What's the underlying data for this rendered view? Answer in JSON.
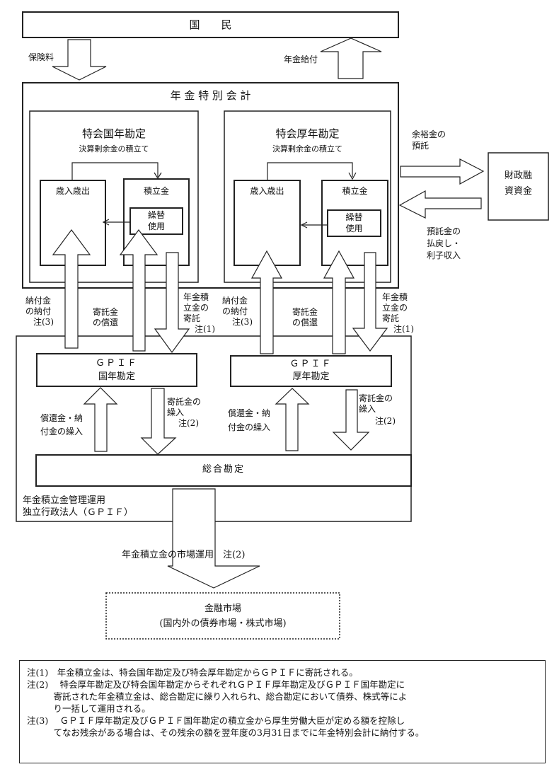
{
  "kokumin": {
    "label": "国　　民"
  },
  "flows": {
    "hokenryo": "保険料",
    "nenkin_kyufu": "年金給付",
    "yoyukin_1": "余裕金の",
    "yoyukin_2": "預託",
    "haraimodoshi_1": "預託金の",
    "haraimodoshi_2": "払戻し・",
    "haraimodoshi_3": "利子収入"
  },
  "special_account": {
    "title": "年 金 特 別 会 計"
  },
  "kokunen": {
    "title": "特会国年勘定",
    "subtitle": "決算剰余金の積立て",
    "revenue_box": "歳入歳出",
    "reserve_box": "積立金",
    "transfer_1": "繰替",
    "transfer_2": "使用"
  },
  "kounen": {
    "title": "特会厚年勘定",
    "subtitle": "決算剰余金の積立て",
    "revenue_box": "歳入歳出",
    "reserve_box": "積立金",
    "transfer_1": "繰替",
    "transfer_2": "使用"
  },
  "zaito": {
    "line1": "財政融",
    "line2": "資資金"
  },
  "mid_labels": {
    "nofu_1": "納付金",
    "nofu_2": "の納付",
    "nofu_3": "注(3)",
    "shokan_1": "寄託金",
    "shokan_2": "の償還",
    "kitaku_1": "年金積",
    "kitaku_2": "立金の",
    "kitaku_3": "寄託",
    "kitaku_4": "注(1)"
  },
  "gpif_kokunen": {
    "line1": "ＧＰＩＦ",
    "line2": "国年勘定"
  },
  "gpif_kounen": {
    "line1": "ＧＰＩＦ",
    "line2": "厚年勘定"
  },
  "gpif_flows": {
    "kuriire_up_1": "償還金・納",
    "kuriire_up_2": "付金の繰入",
    "kuriire_down_1": "寄託金の",
    "kuriire_down_2": "繰入",
    "kuriire_down_3": "注(2)"
  },
  "sogo": {
    "label": "総合勘定"
  },
  "gpif_org": {
    "line1": "年金積立金管理運用",
    "line2": "独立行政法人（ＧＰＩＦ）"
  },
  "market_flow": {
    "label": "年金積立金の市場運用　注(2)"
  },
  "market": {
    "line1": "金融市場",
    "line2": "(国内外の債券市場・株式市場)"
  },
  "notes": [
    "注(1)　年金積立金は、特会国年勘定及び特会厚年勘定からＧＰＩＦに寄託される。",
    "注(2)　 特会厚年勘定及び特会国年勘定からそれぞれＧＰＩＦ厚年勘定及びＧＰＩＦ国年勘定に",
    "　　　寄託された年金積立金は、総合勘定に繰り入れられ、総合勘定において債券、株式等によ",
    "　　　り一括して運用される。",
    "注(3)　 ＧＰＩＦ厚年勘定及びＧＰＩＦ国年勘定の積立金から厚生労働大臣が定める額を控除し",
    "　　　てなお残余がある場合は、その残余の額を翌年度の3月31日までに年金特別会計に納付する。"
  ]
}
